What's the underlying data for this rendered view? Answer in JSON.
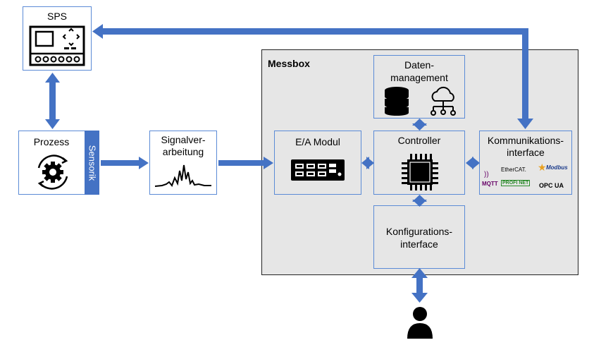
{
  "sps": {
    "label": "SPS"
  },
  "prozess": {
    "label": "Prozess",
    "sensor_label": "Sensorik"
  },
  "signal": {
    "label_line1": "Signalver-",
    "label_line2": "arbeitung"
  },
  "messbox": {
    "title": "Messbox"
  },
  "daten": {
    "label_line1": "Daten-",
    "label_line2": "management"
  },
  "ea": {
    "label": "E/A Modul"
  },
  "controller": {
    "label": "Controller"
  },
  "komm": {
    "label_line1": "Kommunikations-",
    "label_line2": "interface",
    "protocols": {
      "ethercat": "EtherCAT.",
      "modbus": "Modbus",
      "mqtt": "MQTT",
      "profinet": "PROFI NET",
      "opcua": "OPC UA"
    }
  },
  "konfig": {
    "label_line1": "Konfigurations-",
    "label_line2": "interface"
  },
  "colors": {
    "arrow": "#4472c4",
    "border": "#5b8bd6",
    "messbox_bg": "#e6e6e6"
  }
}
